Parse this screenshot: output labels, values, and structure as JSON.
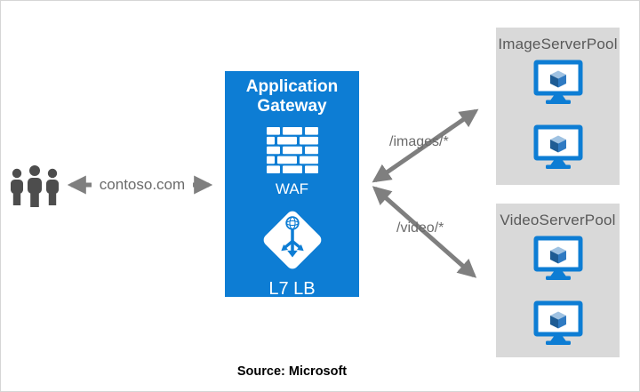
{
  "diagram": {
    "title_implicit": "Application Gateway URL path-based routing",
    "colors": {
      "azure_blue": "#0d7dd4",
      "pool_background": "#d9d9d9",
      "arrow_gray": "#7f7f7f",
      "label_gray": "#6b6b6b",
      "pool_title_gray": "#595959",
      "people_gray": "#4d4d4d"
    },
    "icons": {
      "clients": "users-icon",
      "waf": "firewall-bricks-icon",
      "load_balancer": "load-balancer-diamond-icon",
      "server": "virtual-machine-icon"
    },
    "client_arrow_label": "contoso.com",
    "gateway": {
      "title": "Application Gateway",
      "waf_label": "WAF",
      "lb_label": "L7 LB"
    },
    "routes": [
      {
        "label": "/images/*"
      },
      {
        "label": "/video/*"
      }
    ],
    "pools": [
      {
        "name": "ImageServerPool",
        "vm_count": 2
      },
      {
        "name": "VideoServerPool",
        "vm_count": 2
      }
    ],
    "source": "Source: Microsoft"
  }
}
